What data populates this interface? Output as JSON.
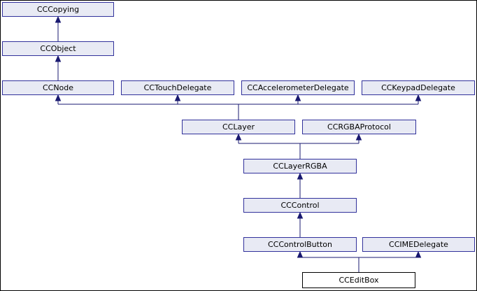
{
  "diagram": {
    "type": "class-inheritance-graph",
    "current_class": "CCEditBox",
    "nodes": [
      {
        "id": "CCCopying",
        "label": "CCCopying"
      },
      {
        "id": "CCObject",
        "label": "CCObject"
      },
      {
        "id": "CCNode",
        "label": "CCNode"
      },
      {
        "id": "CCTouchDelegate",
        "label": "CCTouchDelegate"
      },
      {
        "id": "CCAccelerometerDelegate",
        "label": "CCAccelerometerDelegate"
      },
      {
        "id": "CCKeypadDelegate",
        "label": "CCKeypadDelegate"
      },
      {
        "id": "CCLayer",
        "label": "CCLayer"
      },
      {
        "id": "CCRGBAProtocol",
        "label": "CCRGBAProtocol"
      },
      {
        "id": "CCLayerRGBA",
        "label": "CCLayerRGBA"
      },
      {
        "id": "CCControl",
        "label": "CCControl"
      },
      {
        "id": "CCControlButton",
        "label": "CCControlButton"
      },
      {
        "id": "CCIMEDelegate",
        "label": "CCIMEDelegate"
      },
      {
        "id": "CCEditBox",
        "label": "CCEditBox"
      }
    ],
    "edges": [
      {
        "from": "CCObject",
        "to": "CCCopying"
      },
      {
        "from": "CCNode",
        "to": "CCObject"
      },
      {
        "from": "CCLayer",
        "to": "CCNode"
      },
      {
        "from": "CCLayer",
        "to": "CCTouchDelegate"
      },
      {
        "from": "CCLayer",
        "to": "CCAccelerometerDelegate"
      },
      {
        "from": "CCLayer",
        "to": "CCKeypadDelegate"
      },
      {
        "from": "CCLayerRGBA",
        "to": "CCLayer"
      },
      {
        "from": "CCLayerRGBA",
        "to": "CCRGBAProtocol"
      },
      {
        "from": "CCControl",
        "to": "CCLayerRGBA"
      },
      {
        "from": "CCControlButton",
        "to": "CCControl"
      },
      {
        "from": "CCEditBox",
        "to": "CCControlButton"
      },
      {
        "from": "CCEditBox",
        "to": "CCIMEDelegate"
      }
    ],
    "colors": {
      "node_fill": "#e8eaf4",
      "node_border": "#31319b",
      "edge": "#191970",
      "current_node_fill": "#ffffff",
      "current_node_border": "#000000",
      "text": "#000000",
      "background": "#ffffff"
    }
  }
}
